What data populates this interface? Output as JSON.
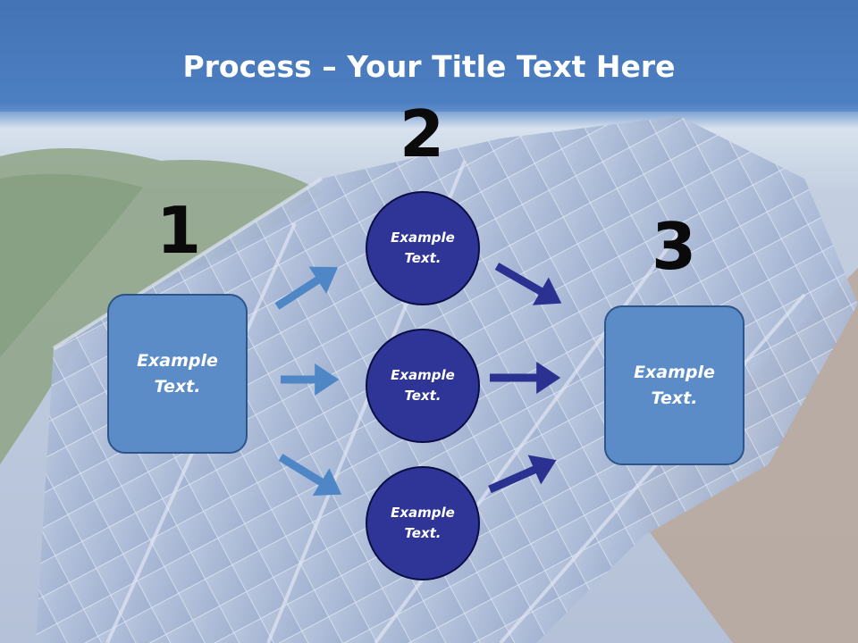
{
  "title": {
    "bold": "Process",
    "rest": " – Your Title Text Here"
  },
  "steps": [
    {
      "number": "1",
      "text": "Example\nText."
    },
    {
      "number": "2",
      "text": ""
    },
    {
      "number": "3",
      "text": "Example\nText."
    }
  ],
  "circles": [
    {
      "text": "Example\nText."
    },
    {
      "text": "Example\nText."
    },
    {
      "text": "Example\nText."
    }
  ],
  "colors": {
    "header": "#4a7cbf",
    "box_fill": "#5b8cc8",
    "circle_fill": "#2f3596",
    "arrow_light": "#4f86c6",
    "arrow_dark": "#2b3190"
  }
}
